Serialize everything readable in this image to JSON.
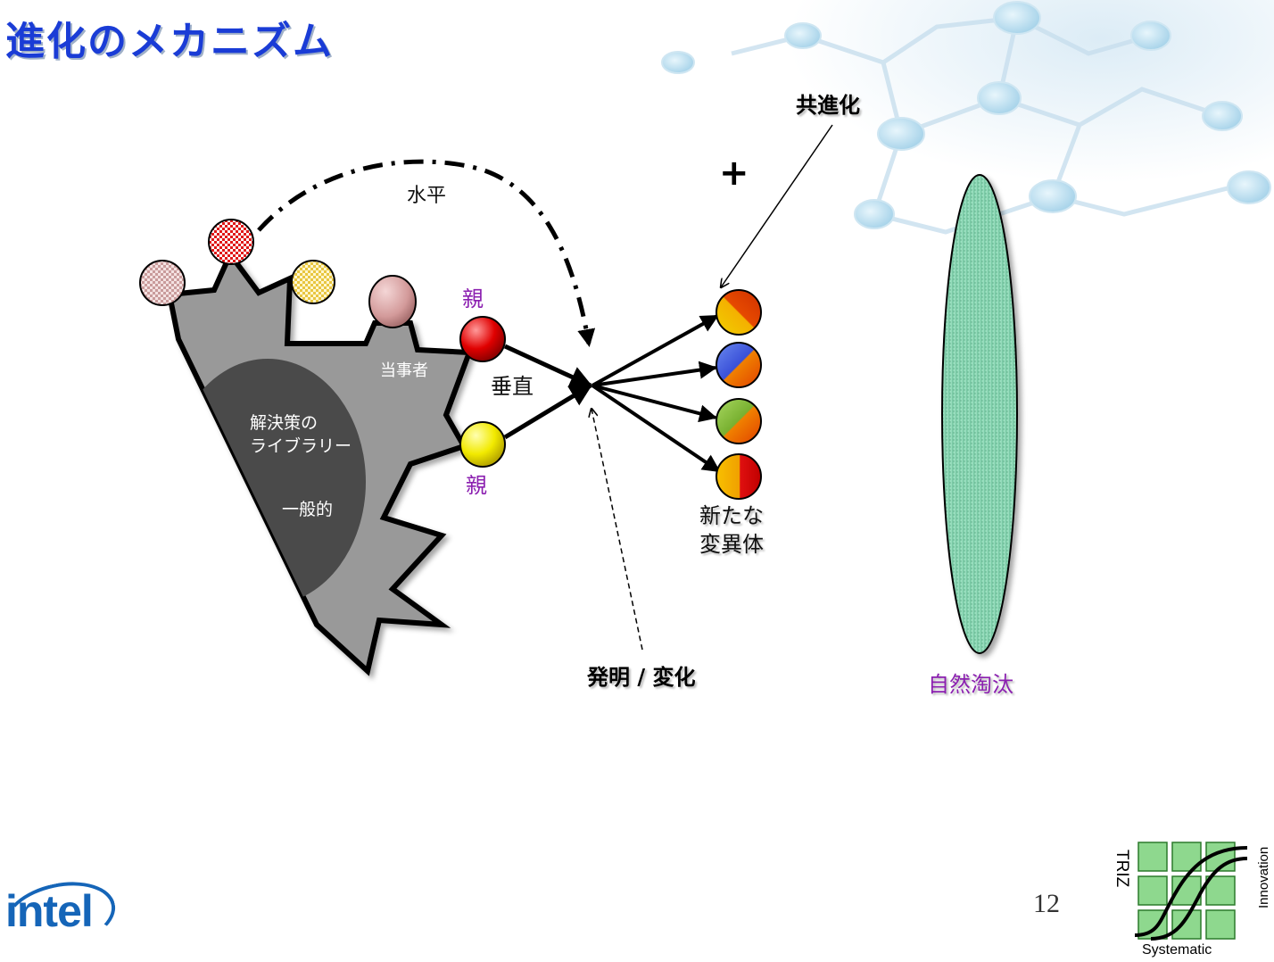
{
  "slide": {
    "title": "進化のメカニズム",
    "page_number": "12"
  },
  "diagram": {
    "horizontal_label": "水平",
    "vertical_label": "垂直",
    "stakeholders_label": "当事者",
    "library_label_line1": "解決策の",
    "library_label_line2": "ライブラリー",
    "general_label": "一般的",
    "parent_top_label": "親",
    "parent_bottom_label": "親",
    "coevolution_label": "共進化",
    "plus_sign": "+",
    "variants_line1": "新たな",
    "variants_line2": "変異体",
    "invention_label": "発明 / 変化",
    "natural_selection_label": "自然淘汰"
  },
  "logos": {
    "intel_text": "intel",
    "triz_label": "TRIZ",
    "systematic_label": "Systematic",
    "innovation_label": "Innovation"
  },
  "colors": {
    "title_blue": "#1a3cd6",
    "purple_label": "#8b1fb0",
    "ellipse_fill": "#8fd9b6",
    "gear_fill": "#999999",
    "library_fill": "#4a4a4a",
    "triz_green": "#8ed88e",
    "intel_blue": "#1565b8"
  }
}
